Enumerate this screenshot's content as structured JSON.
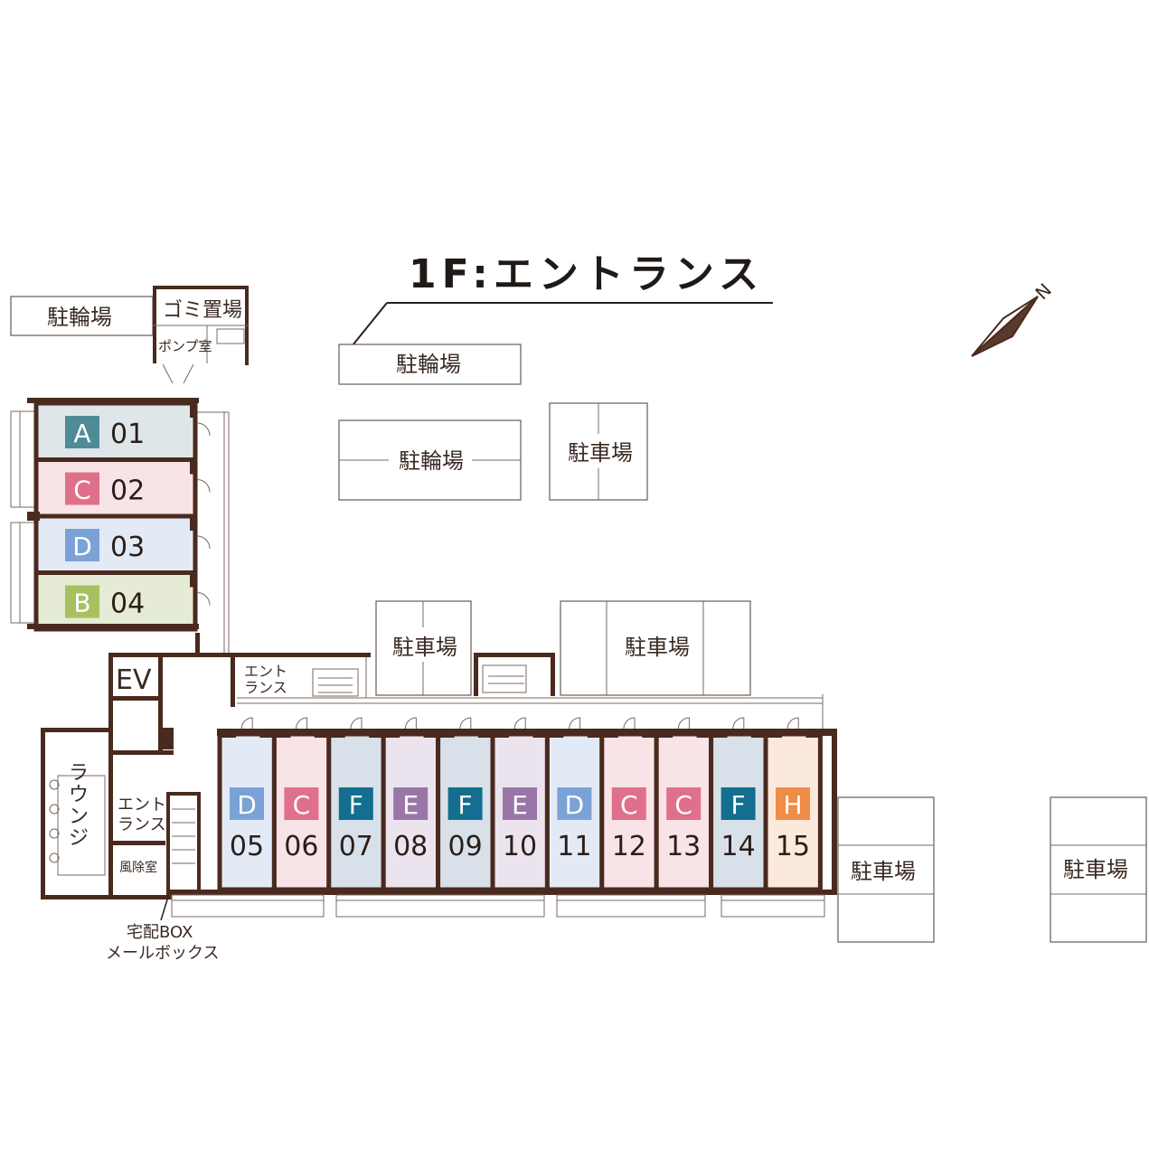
{
  "title": "1F:エントランス",
  "compass": {
    "label": "N"
  },
  "colors": {
    "wall": "#4a2a1e",
    "A": "#4f8a97",
    "B": "#a8c160",
    "C": "#e07089",
    "D": "#7ba2d6",
    "E": "#9a76a8",
    "F": "#136e8f",
    "H": "#ee8c48"
  },
  "fills": {
    "A": "#dfe6ea",
    "B": "#e5ebd4",
    "C": "#f8e3e7",
    "D": "#e2eaf6",
    "E": "#ebe4ef",
    "F": "#d8e1ea",
    "H": "#fbe9dc"
  },
  "facilities": {
    "bicycle_parking_1": "駐輪場",
    "bicycle_parking_2": "駐輪場",
    "bicycle_parking_3": "駐輪場",
    "garbage": "ゴミ置場",
    "pump_room": "ポンプ室",
    "parking_1": "駐車場",
    "parking_2": "駐車場",
    "parking_3": "駐車場",
    "parking_4": "駐車場",
    "parking_5": "駐車場",
    "ev": "EV",
    "entrance_1": [
      "エント",
      "ランス"
    ],
    "entrance_2": [
      "エント",
      "ランス"
    ],
    "lounge": [
      "ラ",
      "ウ",
      "ン",
      "ジ"
    ],
    "windbreak": "風除室",
    "delivery": [
      "宅配BOX",
      "メールボックス"
    ]
  },
  "units_left": [
    {
      "type": "A",
      "number": "01"
    },
    {
      "type": "C",
      "number": "02"
    },
    {
      "type": "D",
      "number": "03"
    },
    {
      "type": "B",
      "number": "04"
    }
  ],
  "units_bottom": [
    {
      "type": "D",
      "number": "05"
    },
    {
      "type": "C",
      "number": "06"
    },
    {
      "type": "F",
      "number": "07"
    },
    {
      "type": "E",
      "number": "08"
    },
    {
      "type": "F",
      "number": "09"
    },
    {
      "type": "E",
      "number": "10"
    },
    {
      "type": "D",
      "number": "11"
    },
    {
      "type": "C",
      "number": "12"
    },
    {
      "type": "C",
      "number": "13"
    },
    {
      "type": "F",
      "number": "14"
    },
    {
      "type": "H",
      "number": "15"
    }
  ]
}
